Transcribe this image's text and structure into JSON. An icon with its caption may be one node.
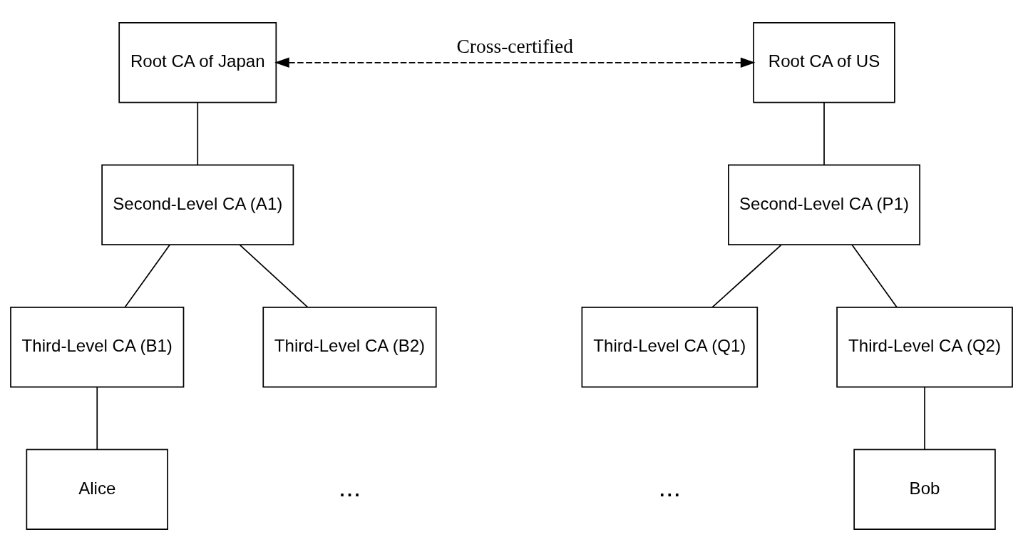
{
  "diagram": {
    "nodes": [
      {
        "text": [
          "Root CA of Japan"
        ]
      },
      {
        "text": [
          "Root CA of US"
        ]
      },
      {
        "text": [
          "Second-Level CA (A1)"
        ]
      },
      {
        "text": [
          "Second-Level CA (P1)"
        ]
      },
      {
        "text": [
          "Third-Level CA (B1)"
        ]
      },
      {
        "text": [
          "Third-Level CA (B2)"
        ]
      },
      {
        "text": [
          "Third-Level CA (Q1)"
        ]
      },
      {
        "text": [
          "Third-Level CA (Q2)"
        ]
      },
      {
        "text": [
          "Alice"
        ]
      },
      {
        "text": [
          "Bob"
        ]
      }
    ],
    "edges": [
      {
        "from": 0,
        "to": 1,
        "arrow": "both",
        "style": "dashed",
        "label": "Cross-certified"
      },
      {
        "from": 0,
        "to": 2,
        "arrow": "none"
      },
      {
        "from": 2,
        "to": 4,
        "arrow": "none"
      },
      {
        "from": 2,
        "to": 5,
        "arrow": "none"
      },
      {
        "from": 1,
        "to": 3,
        "arrow": "none"
      },
      {
        "from": 3,
        "to": 6,
        "arrow": "none"
      },
      {
        "from": 3,
        "to": 7,
        "arrow": "none"
      },
      {
        "from": 4,
        "to": 8,
        "arrow": "none"
      },
      {
        "from": 7,
        "to": 9,
        "arrow": "none"
      }
    ],
    "labels": [
      "...",
      "..."
    ]
  }
}
